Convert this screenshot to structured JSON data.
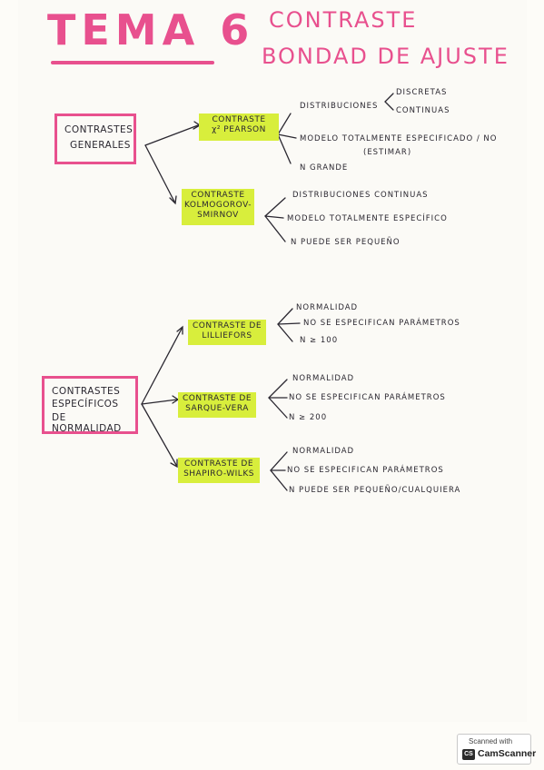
{
  "header": {
    "tema": "TEMA 6",
    "subtitle_1": "CONTRASTE",
    "subtitle_2": "BONDAD DE AJUSTE"
  },
  "generales": {
    "box_line1": "CONTRASTES",
    "box_line2": "GENERALES",
    "chi": {
      "line1": "CONTRASTE",
      "line2": "χ² PEARSON",
      "items": {
        "distribuciones": "DISTRIBUCIONES",
        "discretas": "DISCRETAS",
        "continuas": "CONTINUAS",
        "modelo": "MODELO TOTALMENTE ESPECIFICADO / NO",
        "estimar": "(ESTIMAR)",
        "n": "N GRANDE"
      }
    },
    "ks": {
      "line1": "CONTRASTE",
      "line2": "KOLMOGOROV-",
      "line3": "SMIRNOV",
      "items": {
        "distribuciones": "DISTRIBUCIONES CONTINUAS",
        "modelo": "MODELO TOTALMENTE ESPECÍFICO",
        "n": "N PUEDE SER PEQUEÑO"
      }
    }
  },
  "especificos": {
    "box_line1": "CONTRASTES",
    "box_line2": "ESPECÍFICOS",
    "box_line3": "DE NORMALIDAD",
    "lilliefors": {
      "line1": "CONTRASTE DE",
      "line2": "LILLIEFORS",
      "items": {
        "a": "NORMALIDAD",
        "b": "NO SE ESPECIFICAN PARÁMETROS",
        "c": "N ≥ 100"
      }
    },
    "sarque": {
      "line1": "CONTRASTE DE",
      "line2": "SARQUE-VERA",
      "items": {
        "a": "NORMALIDAD",
        "b": "NO SE ESPECIFICAN PARÁMETROS",
        "c": "N ≥ 200"
      }
    },
    "shapiro": {
      "line1": "CONTRASTE DE",
      "line2": "SHAPIRO-WILKS",
      "items": {
        "a": "NORMALIDAD",
        "b": "NO SE ESPECIFICAN PARÁMETROS",
        "c": "N PUEDE SER PEQUEÑO/CUALQUIERA"
      }
    }
  },
  "scanner": {
    "scanned_with": "Scanned with",
    "brand": "CamScanner",
    "icon_text": "CS"
  },
  "colors": {
    "pink": "#e8508e",
    "highlight": "#d8ee3c",
    "ink": "#2a2730"
  }
}
